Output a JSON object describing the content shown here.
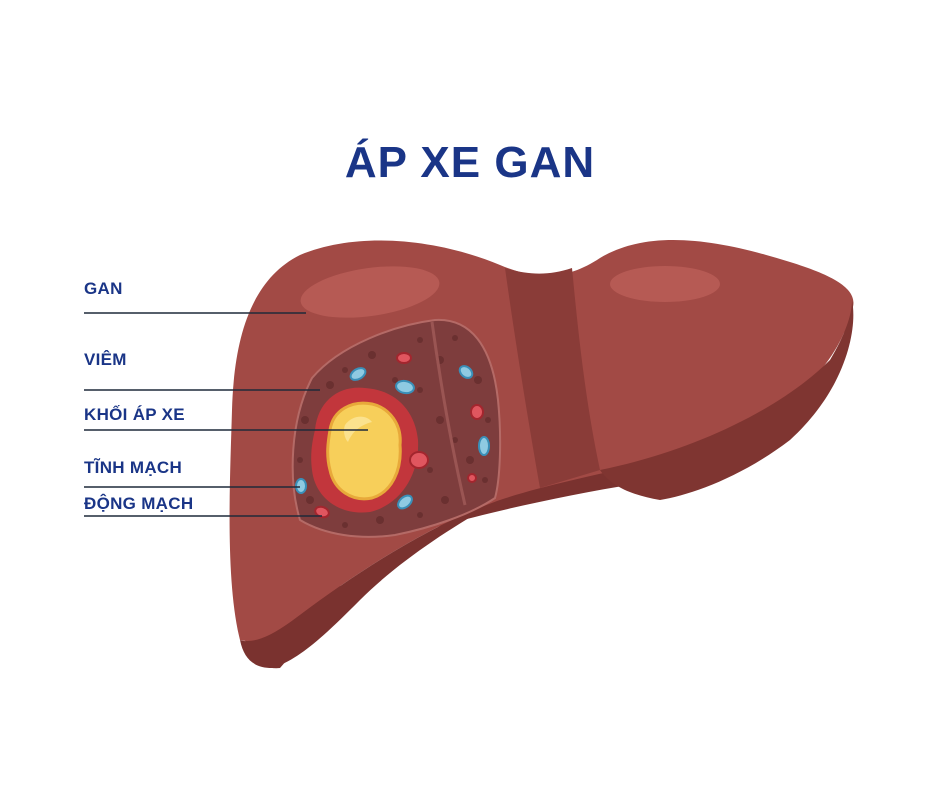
{
  "title": "ÁP XE GAN",
  "labels": {
    "gan": "GAN",
    "viem": "VIÊM",
    "khoi_ap_xe": "KHỐI ÁP XE",
    "tinh_mach": "TĨNH MẠCH",
    "dong_mach": "ĐỘNG MẠCH"
  },
  "colors": {
    "title": "#1a3587",
    "liver_main": "#a24a45",
    "liver_shadow": "#7a322f",
    "abscess_core": "#f7cf5a",
    "inflamed_zone": "#c2363c",
    "vein": "#8fcae2",
    "artery": "#e0565f"
  }
}
